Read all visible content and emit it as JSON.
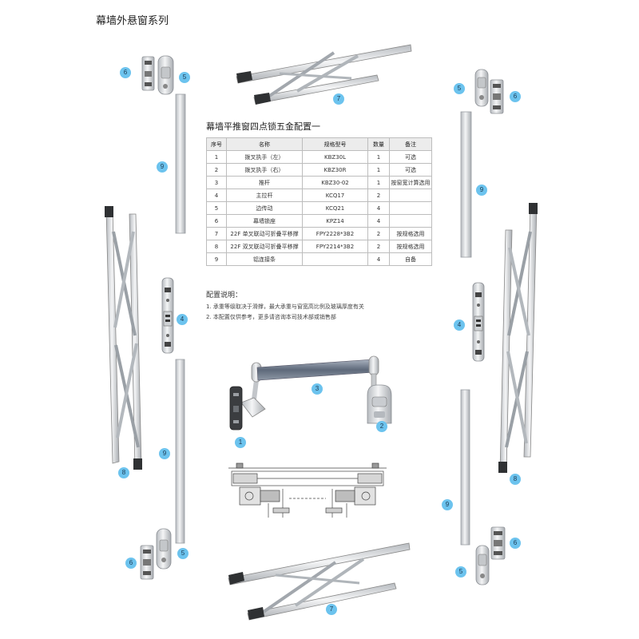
{
  "page": {
    "title": "幕墙外悬窗系列"
  },
  "config_table": {
    "title": "幕墙平推窗四点锁五金配置一",
    "headers": [
      "序号",
      "名称",
      "规格型号",
      "数量",
      "备注"
    ],
    "rows": [
      [
        "1",
        "拨叉执手（左）",
        "KBZ30L",
        "1",
        "可选"
      ],
      [
        "2",
        "拨叉执手（右）",
        "KBZ30R",
        "1",
        "可选"
      ],
      [
        "3",
        "推杆",
        "KBZ30-02",
        "1",
        "按窗宽计算选用"
      ],
      [
        "4",
        "主拉杆",
        "KCQ17",
        "2",
        ""
      ],
      [
        "5",
        "边传动",
        "KCQ21",
        "4",
        ""
      ],
      [
        "6",
        "幕墙锁座",
        "KPZ14",
        "4",
        ""
      ],
      [
        "7",
        "22F 单叉联动可折叠平移撑",
        "FPY2228*3B2",
        "2",
        "按规格选用"
      ],
      [
        "8",
        "22F 双叉联动可折叠平移撑",
        "FPY2214*3B2",
        "2",
        "按规格选用"
      ],
      [
        "9",
        "铝连接条",
        "",
        "4",
        "自备"
      ]
    ]
  },
  "notes": {
    "heading": "配置说明：",
    "items": [
      "1. 承重等级取决于滑撑，最大承重与窗宽高比例及玻璃厚度有关",
      "2. 本配置仅供参考，更多请咨询本司技术部或销售部"
    ]
  },
  "callouts": [
    "6",
    "5",
    "7",
    "5",
    "6",
    "9",
    "9",
    "4",
    "4",
    "3",
    "2",
    "1",
    "9",
    "8",
    "8",
    "9",
    "6",
    "5",
    "6",
    "5",
    "7"
  ],
  "colors": {
    "callout_fill": "#6cc3ee",
    "callout_text": "#1d3850",
    "table_header_bg": "#ececec"
  }
}
